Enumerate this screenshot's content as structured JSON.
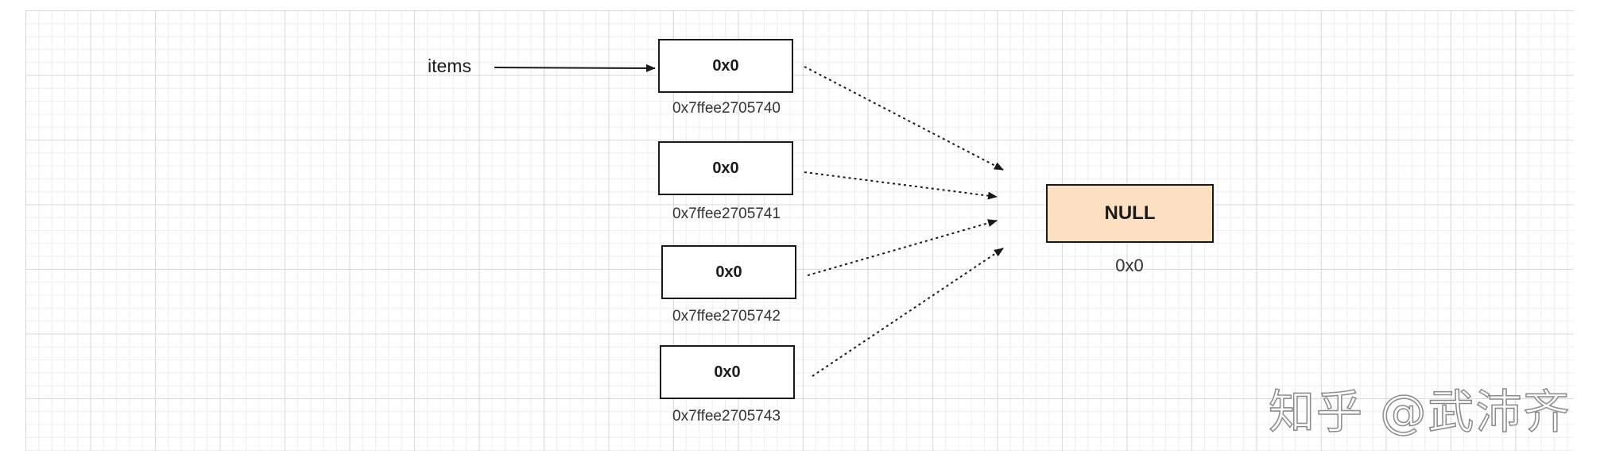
{
  "pointer_label": "items",
  "cells": [
    {
      "value": "0x0",
      "address": "0x7ffee2705740"
    },
    {
      "value": "0x0",
      "address": "0x7ffee2705741"
    },
    {
      "value": "0x0",
      "address": "0x7ffee2705742"
    },
    {
      "value": "0x0",
      "address": "0x7ffee2705743"
    }
  ],
  "target": {
    "label": "NULL",
    "address": "0x0"
  },
  "watermark": "知乎 @武沛齐",
  "colors": {
    "null_fill": "#fde0c2",
    "border": "#1a1a1a",
    "grid": "#d8d8d8"
  }
}
